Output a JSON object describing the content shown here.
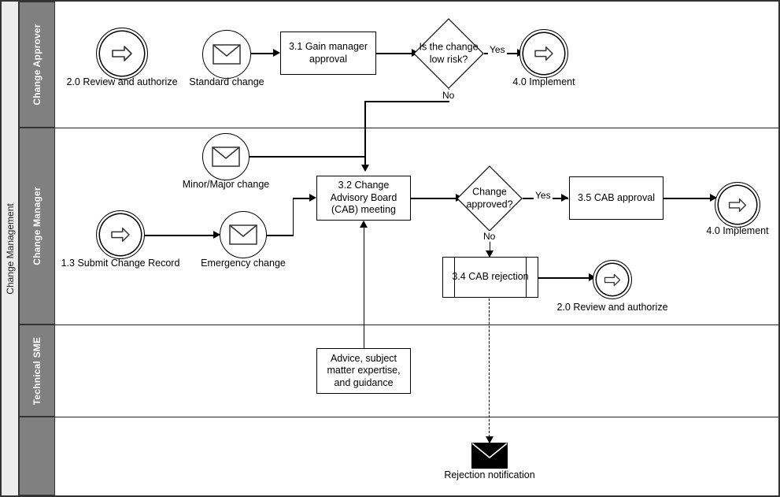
{
  "pool": {
    "label": "Change Management"
  },
  "lanes": [
    {
      "id": "change-approver",
      "label": "Change Approver"
    },
    {
      "id": "change-manager",
      "label": "Change Manager"
    },
    {
      "id": "technical-sme",
      "label": "Technical SME"
    },
    {
      "id": "unnamed-lane",
      "label": ""
    }
  ],
  "nodes": {
    "review_authorize_top": {
      "caption": "2.0 Review and authorize",
      "icon": "link-arrow-icon"
    },
    "standard_change": {
      "caption": "Standard change",
      "icon": "message-envelope-icon"
    },
    "gain_manager_approval": {
      "label": "3.1 Gain manager approval"
    },
    "gw_low_risk": {
      "label": "Is the change low risk?"
    },
    "implement_top": {
      "caption": "4.0 Implement",
      "icon": "link-arrow-icon"
    },
    "minor_major_change": {
      "caption": "Minor/Major change",
      "icon": "message-envelope-icon"
    },
    "submit_change_record": {
      "caption": "1.3 Submit Change Record",
      "icon": "link-arrow-icon"
    },
    "emergency_change": {
      "caption": "Emergency change",
      "icon": "message-envelope-icon"
    },
    "cab_meeting": {
      "label": "3.2 Change Advisory Board (CAB) meeting"
    },
    "gw_change_approved": {
      "label": "Change approved?"
    },
    "cab_approval": {
      "label": "3.5 CAB approval"
    },
    "implement_mid": {
      "caption": "4.0 Implement",
      "icon": "link-arrow-icon"
    },
    "cab_rejection": {
      "label": "3.4 CAB rejection"
    },
    "review_authorize_mid": {
      "caption": "2.0 Review and authorize",
      "icon": "link-arrow-icon"
    },
    "advice_note": {
      "label": "Advice, subject matter expertise, and guidance"
    },
    "rejection_notification": {
      "caption": "Rejection notification",
      "icon": "message-filled-icon"
    }
  },
  "flow_labels": {
    "low_risk_yes": "Yes",
    "low_risk_no": "No",
    "approved_yes": "Yes",
    "approved_no": "No"
  },
  "colors": {
    "lane_header_bg": "#808080",
    "pool_header_bg": "#ececec",
    "stroke": "#000000",
    "canvas_bg": "#ffffff"
  }
}
